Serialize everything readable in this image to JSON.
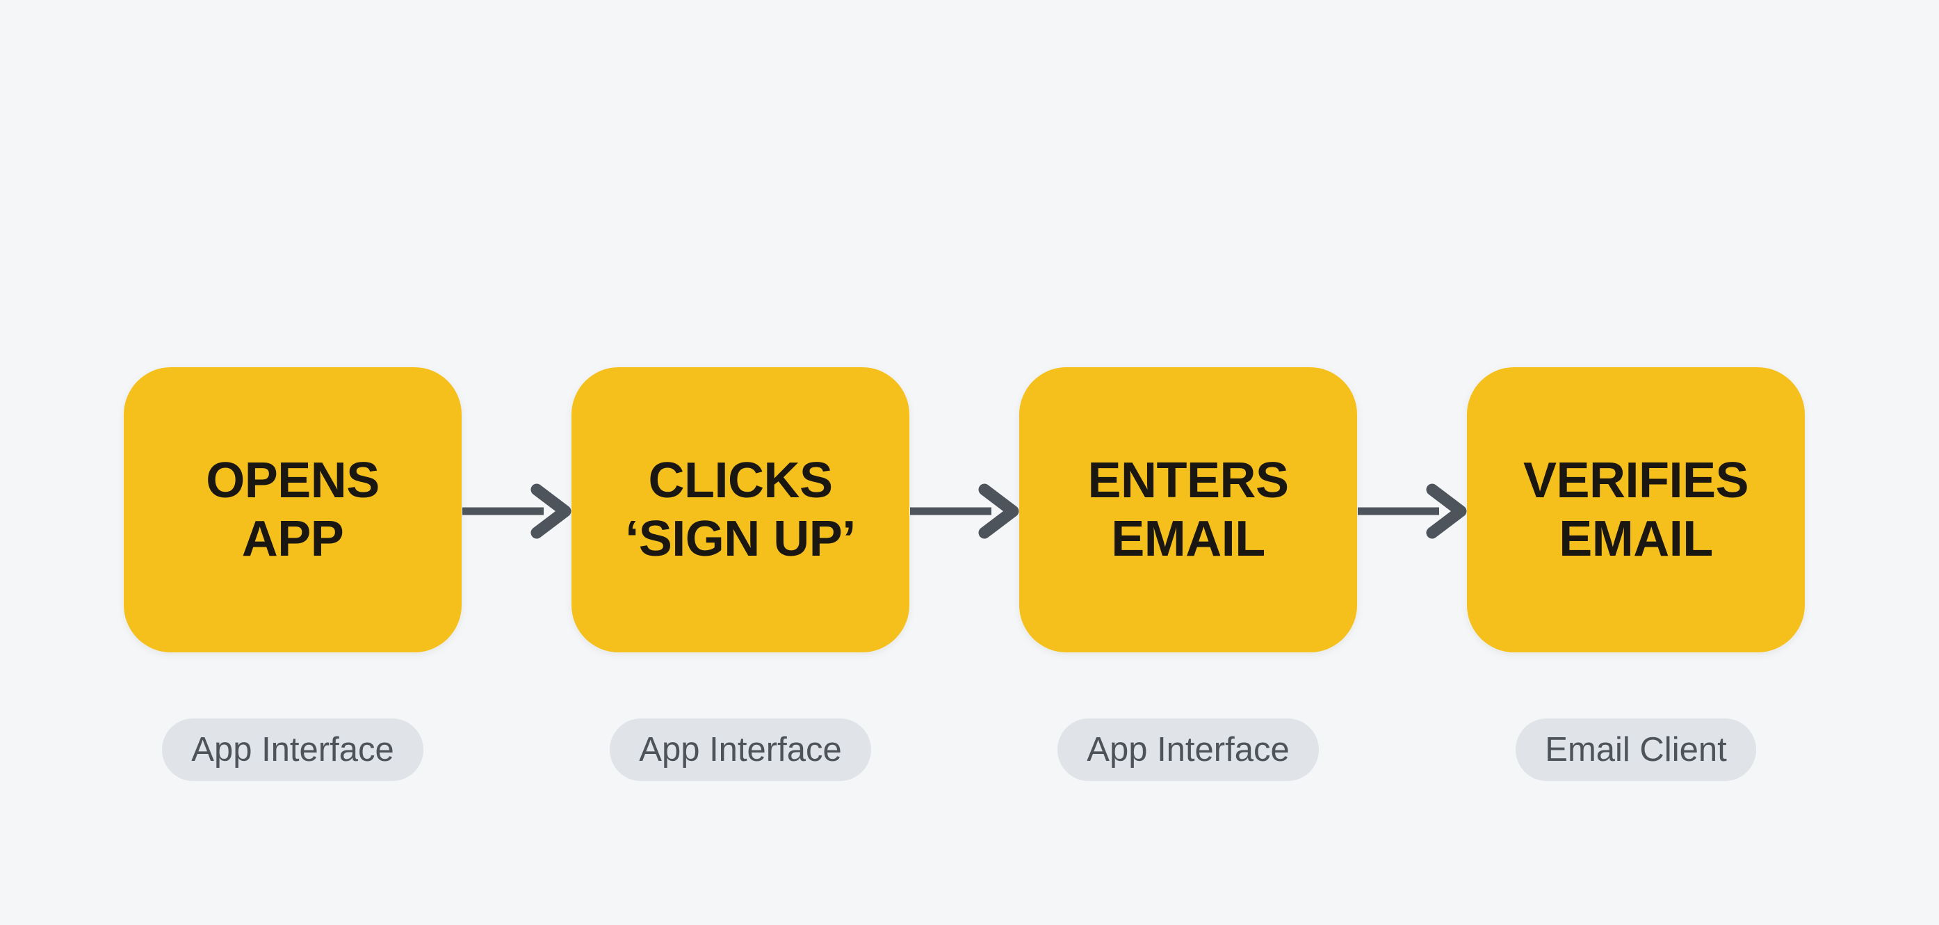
{
  "theme": {
    "bg_color": "#f4f6f8",
    "accent_color": "#f6c01c",
    "step_text_color": "#1a1612",
    "arrow_color": "#4d545c",
    "tag_bg_color": "#e0e3e7",
    "tag_text_color": "#4d5358"
  },
  "flowchart": {
    "type": "flowchart",
    "direction": "left-to-right",
    "steps": [
      {
        "label": "OPENS\nAPP",
        "tag": "App Interface"
      },
      {
        "label": "CLICKS\n‘SIGN UP’",
        "tag": "App Interface"
      },
      {
        "label": "ENTERS\nEMAIL",
        "tag": "App Interface"
      },
      {
        "label": "VERIFIES\nEMAIL",
        "tag": "Email Client"
      }
    ],
    "connectors": [
      {
        "from": 0,
        "to": 1,
        "style": "arrow-right"
      },
      {
        "from": 1,
        "to": 2,
        "style": "arrow-right"
      },
      {
        "from": 2,
        "to": 3,
        "style": "arrow-right"
      }
    ]
  }
}
